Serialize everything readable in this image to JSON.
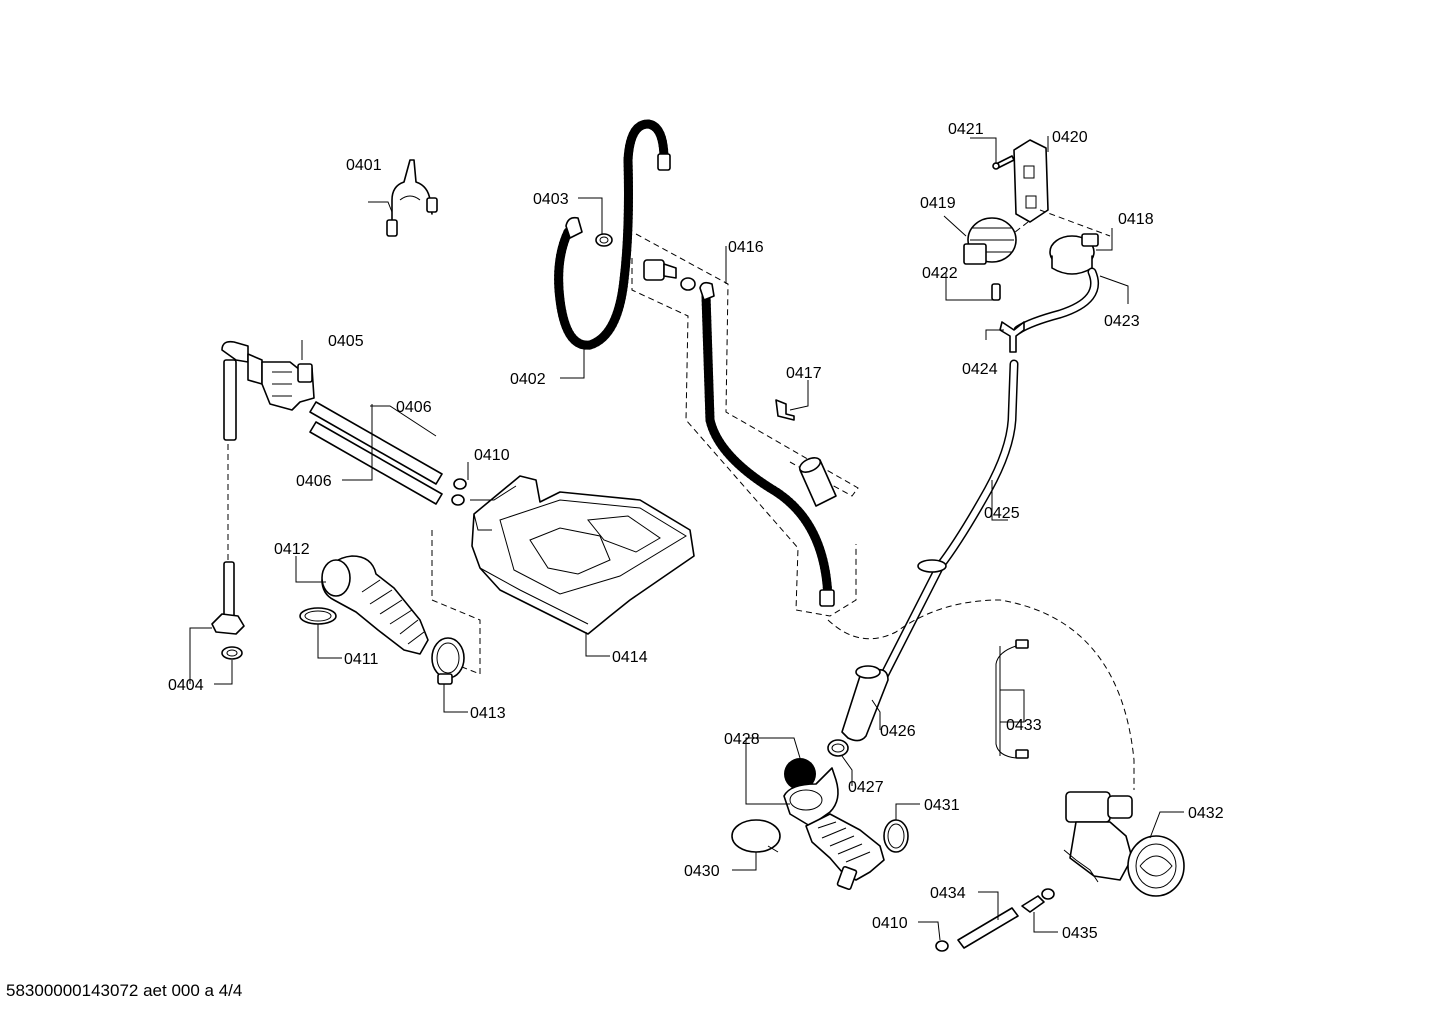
{
  "footer": {
    "text": "58300000143072 aet 000 a 4/4"
  },
  "labels": {
    "p0401": "0401",
    "p0402": "0402",
    "p0403": "0403",
    "p0404": "0404",
    "p0405": "0405",
    "p0406a": "0406",
    "p0406b": "0406",
    "p0410a": "0410",
    "p0410b": "0410",
    "p0411": "0411",
    "p0412": "0412",
    "p0413": "0413",
    "p0414": "0414",
    "p0416": "0416",
    "p0417": "0417",
    "p0418": "0418",
    "p0419": "0419",
    "p0420": "0420",
    "p0421": "0421",
    "p0422": "0422",
    "p0423": "0423",
    "p0424": "0424",
    "p0425": "0425",
    "p0426": "0426",
    "p0427": "0427",
    "p0428": "0428",
    "p0430": "0430",
    "p0431": "0431",
    "p0432": "0432",
    "p0433": "0433",
    "p0434": "0434",
    "p0435": "0435"
  },
  "colors": {
    "ink": "#000000",
    "paper": "#ffffff"
  }
}
